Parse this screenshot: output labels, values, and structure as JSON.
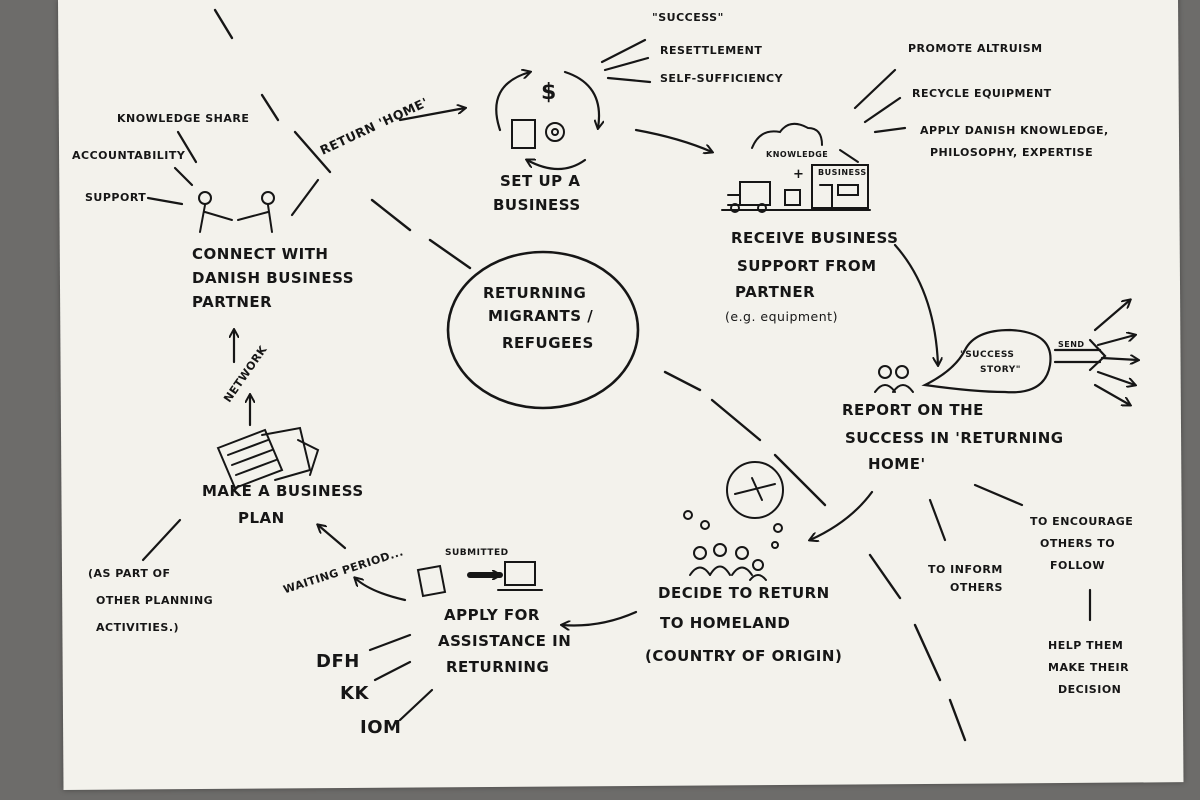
{
  "center": {
    "line1": "Returning",
    "line2": "Migrants /",
    "line3": "Refugees"
  },
  "setup": {
    "line1": "Set up a",
    "line2": "Business",
    "dollar": "$"
  },
  "outcomes": {
    "success": "\"Success\"",
    "resettlement": "Resettlement",
    "self": "Self-sufficiency"
  },
  "return_home": "Return 'Home'",
  "partner_goals": {
    "altruism": "Promote Altruism",
    "recycle": "Recycle equipment",
    "apply1": "Apply Danish knowledge,",
    "apply2": "philosophy, expertise"
  },
  "receive": {
    "line1": "Receive Business",
    "line2": "Support from",
    "line3": "Partner",
    "line4": "(e.g. equipment)",
    "knowledge": "Knowledge",
    "plus": "+",
    "business": "Business"
  },
  "connect": {
    "line1": "Connect with",
    "line2": "Danish Business",
    "line3": "Partner",
    "knowledge_share": "Knowledge share",
    "accountability": "Accountability",
    "support": "Support"
  },
  "network": "Network",
  "plan": {
    "line1": "Make a Business",
    "line2": "Plan",
    "note1": "(As part of",
    "note2": "other planning",
    "note3": "activities.)"
  },
  "waiting": "Waiting Period...",
  "apply": {
    "submitted": "Submitted",
    "line1": "Apply for",
    "line2": "Assistance in",
    "line3": "Returning"
  },
  "orgs": [
    "DFH",
    "KK",
    "IOM"
  ],
  "decide": {
    "line1": "Decide to Return",
    "line2": "to Homeland",
    "line3": "(Country of Origin)"
  },
  "report": {
    "line1": "Report on the",
    "line2": "Success in 'Returning",
    "line3": "Home'",
    "story1": "\"Success",
    "story2": "Story\"",
    "send": "Send"
  },
  "inform": {
    "line1": "To Inform",
    "line2": "Others"
  },
  "encourage": {
    "line1": "To Encourage",
    "line2": "Others to",
    "line3": "Follow"
  },
  "help": {
    "line1": "Help them",
    "line2": "make their",
    "line3": "decision"
  }
}
